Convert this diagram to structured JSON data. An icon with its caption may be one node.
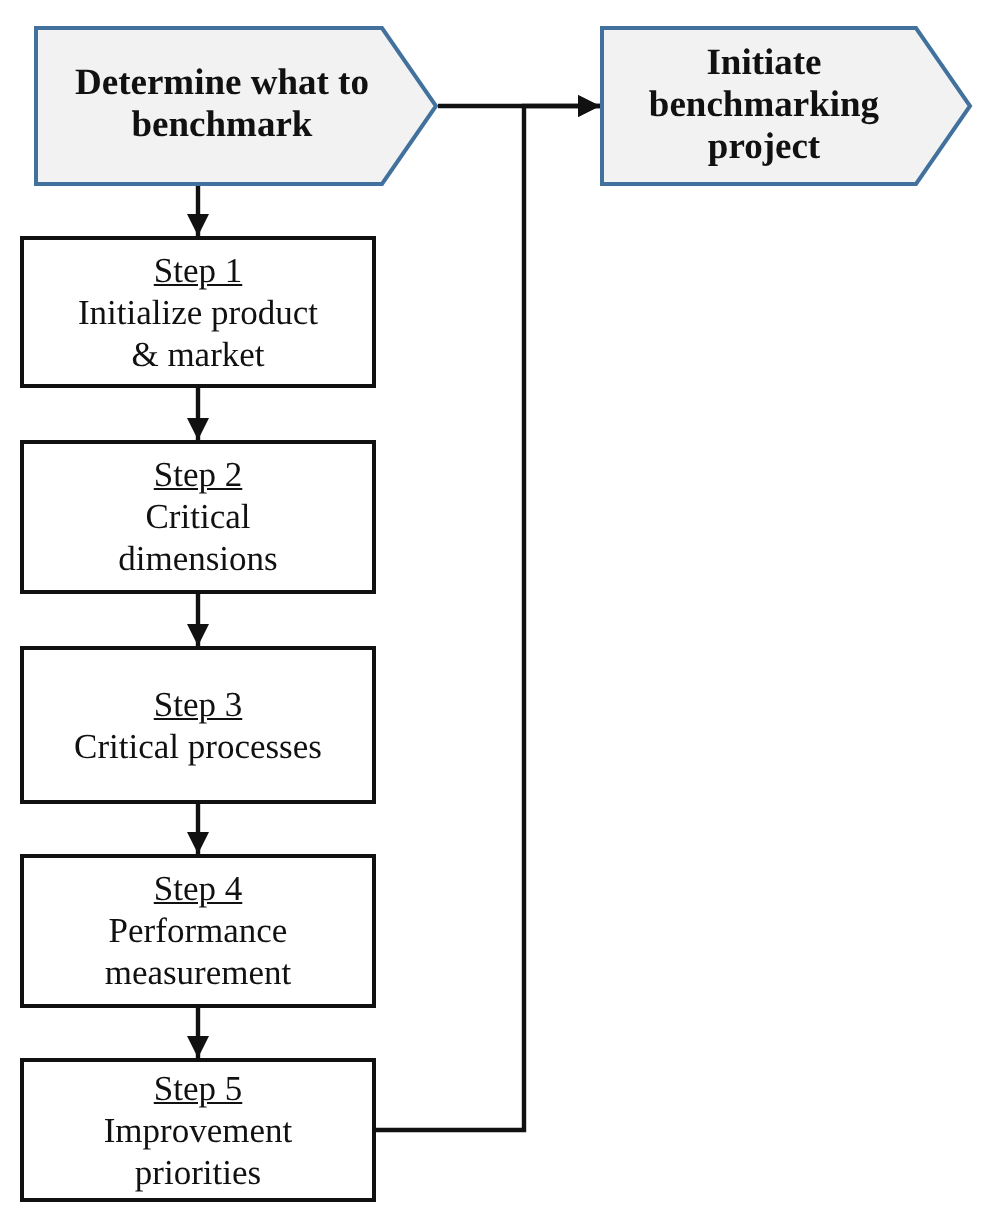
{
  "diagram": {
    "nodes": [
      {
        "text": [
          "Determine what to benchmark"
        ]
      },
      {
        "text": [
          "Initiate benchmarking project"
        ]
      },
      {
        "text": [
          "Step 1",
          "Initialize product & market"
        ]
      },
      {
        "text": [
          "Step 2",
          "Critical dimensions"
        ]
      },
      {
        "text": [
          "Step 3",
          "Critical processes"
        ]
      },
      {
        "text": [
          "Step 4",
          "Performance measurement"
        ]
      },
      {
        "text": [
          "Step 5",
          "Improvement priorities"
        ]
      }
    ],
    "edges": [
      {
        "from": 0,
        "to": 2,
        "arrow": "to"
      },
      {
        "from": 2,
        "to": 3,
        "arrow": "to"
      },
      {
        "from": 3,
        "to": 4,
        "arrow": "to"
      },
      {
        "from": 4,
        "to": 5,
        "arrow": "to"
      },
      {
        "from": 5,
        "to": 6,
        "arrow": "to"
      },
      {
        "from": 0,
        "to": 1,
        "arrow": "to"
      },
      {
        "from": 6,
        "to": 1,
        "arrow": "to"
      }
    ]
  }
}
